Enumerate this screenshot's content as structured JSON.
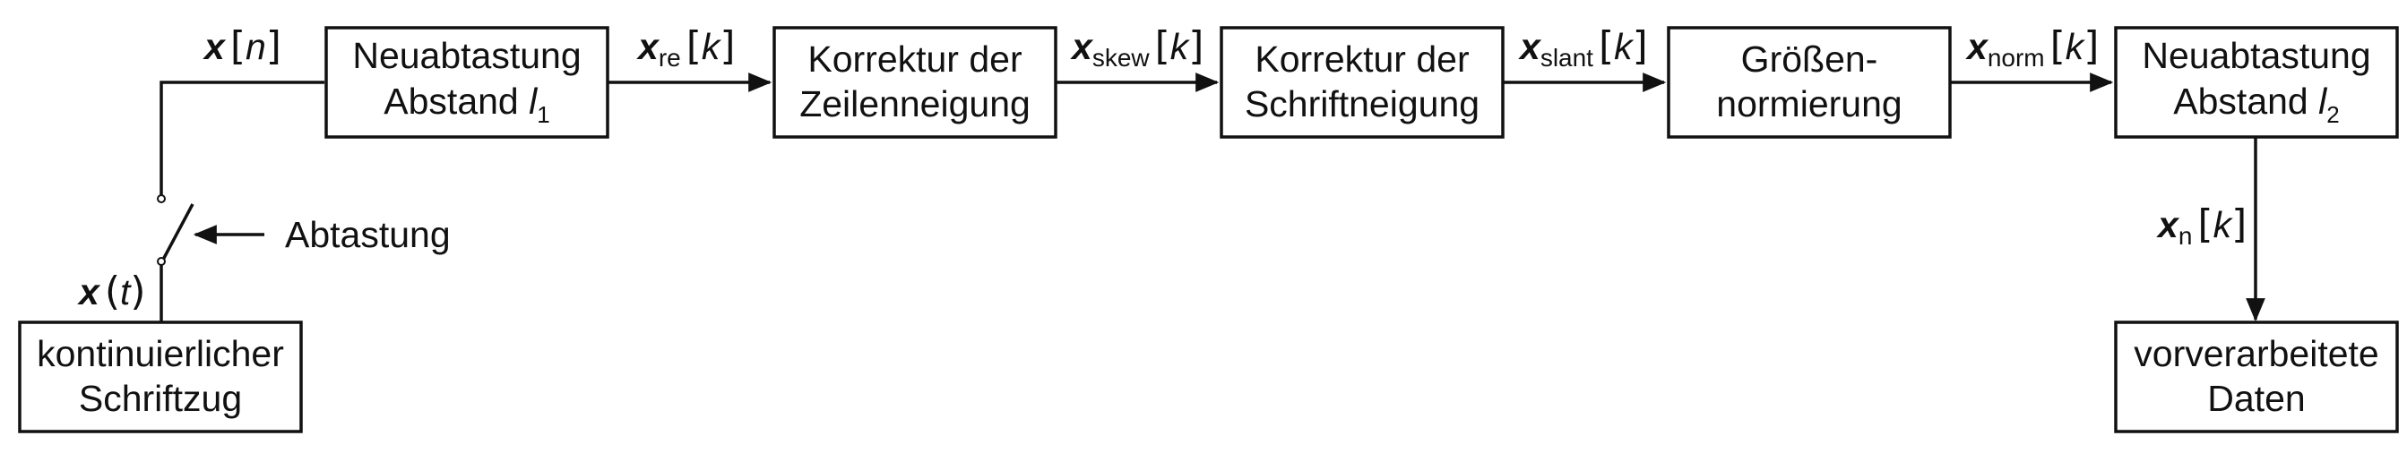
{
  "blocks": {
    "resample1": {
      "line1": "Neuabtastung",
      "line2": "Abstand ",
      "var": "l",
      "sub": "1"
    },
    "skew": {
      "line1": "Korrektur der",
      "line2": "Zeilenneigung"
    },
    "slant": {
      "line1": "Korrektur der",
      "line2": "Schriftneigung"
    },
    "size": {
      "line1": "Größen-",
      "line2": "normierung"
    },
    "resample2": {
      "line1": "Neuabtastung",
      "line2": "Abstand ",
      "var": "l",
      "sub": "2"
    },
    "source": {
      "line1": "kontinuierlicher",
      "line2": "Schriftzug"
    },
    "output": {
      "line1": "vorverarbeitete",
      "line2": "Daten"
    }
  },
  "signals": {
    "xn": {
      "sym": "x",
      "arg": "n"
    },
    "xt": {
      "sym": "x",
      "arg": "t"
    },
    "xre": {
      "sym": "x",
      "sub": "re",
      "arg": "k"
    },
    "xskew": {
      "sym": "x",
      "sub": "skew",
      "arg": "k"
    },
    "xslant": {
      "sym": "x",
      "sub": "slant",
      "arg": "k"
    },
    "xnorm": {
      "sym": "x",
      "sub": "norm",
      "arg": "k"
    },
    "xnk": {
      "sym": "x",
      "sub": "n",
      "arg": "k"
    }
  },
  "sampling_label": "Abtastung"
}
